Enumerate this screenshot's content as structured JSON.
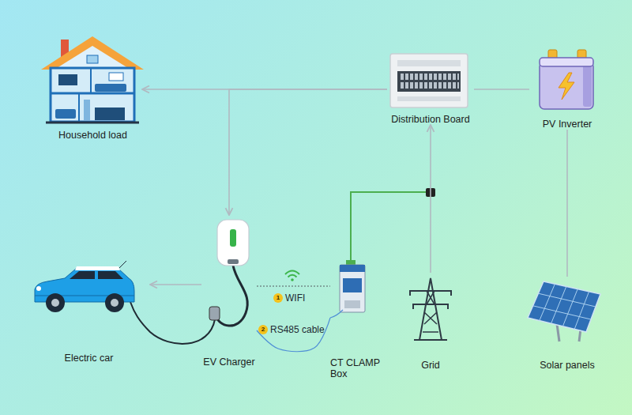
{
  "diagram": {
    "nodes": [
      {
        "text": [
          "Household load"
        ]
      },
      {
        "text": [
          "Distribution Board"
        ]
      },
      {
        "text": [
          "PV Inverter"
        ]
      },
      {
        "text": [
          "Electric car"
        ]
      },
      {
        "text": [
          "EV Charger"
        ]
      },
      {
        "text": [
          "CT CLAMP Box"
        ]
      },
      {
        "text": [
          "Grid"
        ]
      },
      {
        "text": [
          "Solar panels"
        ]
      }
    ],
    "edges": [
      {
        "from": 1,
        "to": 0,
        "arrow": "to"
      },
      {
        "from": 1,
        "to": 4,
        "arrow": "to"
      },
      {
        "from": 2,
        "to": 1,
        "arrow": "none"
      },
      {
        "from": 7,
        "to": 2,
        "arrow": "none"
      },
      {
        "from": 6,
        "to": 1,
        "arrow": "to"
      },
      {
        "from": 4,
        "to": 3,
        "arrow": "to"
      },
      {
        "from": 4,
        "to": 5,
        "label": "WIFI",
        "arrow": "none"
      },
      {
        "from": 4,
        "to": 5,
        "label": "RS485 cable",
        "arrow": "none"
      }
    ],
    "labels": [
      "1",
      "2"
    ]
  }
}
